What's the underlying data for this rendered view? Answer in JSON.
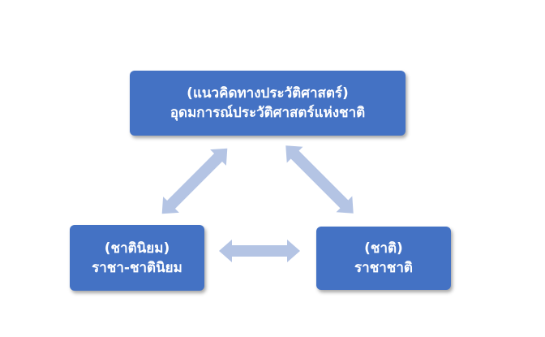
{
  "diagram": {
    "nodes": [
      {
        "id": "top",
        "line1": "(แนวคิดทางประวัติศาสตร์)",
        "line2": "อุดมการณ์ประวัติศาสตร์แห่งชาติ"
      },
      {
        "id": "left",
        "line1": "(ชาตินิยม)",
        "line2": "ราชา-ชาตินิยม"
      },
      {
        "id": "right",
        "line1": "(ชาติ)",
        "line2": "ราชาชาติ"
      }
    ],
    "edges": [
      {
        "from": "top",
        "to": "left",
        "type": "bidirectional"
      },
      {
        "from": "top",
        "to": "right",
        "type": "bidirectional"
      },
      {
        "from": "left",
        "to": "right",
        "type": "bidirectional"
      }
    ],
    "colors": {
      "node_fill": "#4472c4",
      "node_text": "#ffffff",
      "arrow_fill": "#b4c4e4"
    }
  }
}
